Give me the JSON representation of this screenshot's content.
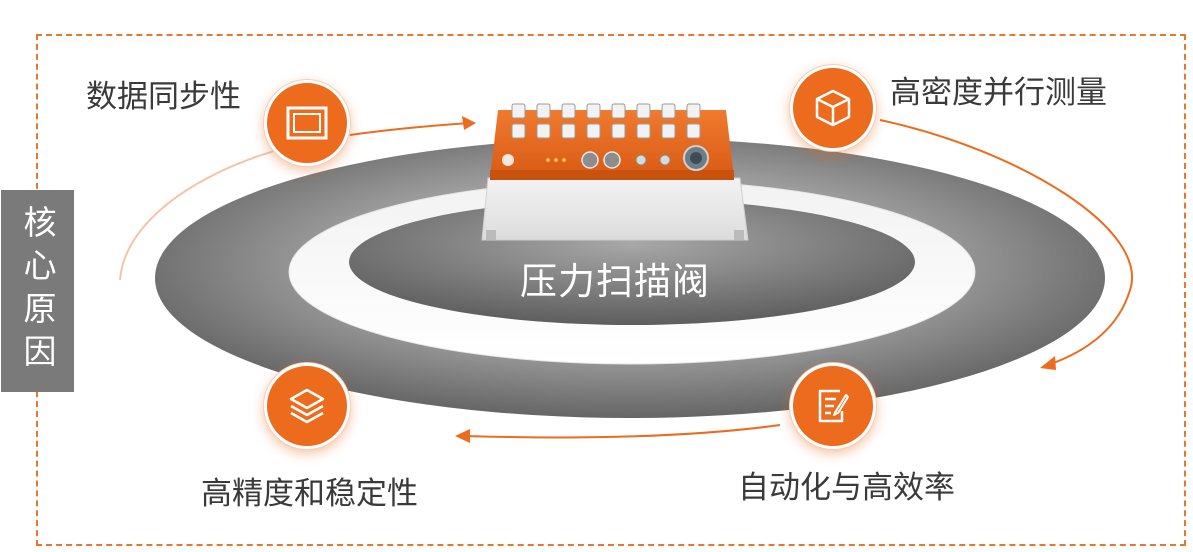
{
  "side_label": "核心原因",
  "center_title": "压力扫描阀",
  "features": {
    "top_left": {
      "label": "数据同步性",
      "icon": "display-frame-icon"
    },
    "top_right": {
      "label": "高密度并行测量",
      "icon": "cube-icon"
    },
    "bottom_left": {
      "label": "高精度和稳定性",
      "icon": "layers-icon"
    },
    "bottom_right": {
      "label": "自动化与高效率",
      "icon": "document-edit-icon"
    }
  },
  "colors": {
    "accent": "#ec6b1c",
    "frame_border": "#e8772e",
    "side_label_bg": "#7a7a7a",
    "ring_dark": "#6e6e6e",
    "ring_light": "#f4f4f4"
  }
}
